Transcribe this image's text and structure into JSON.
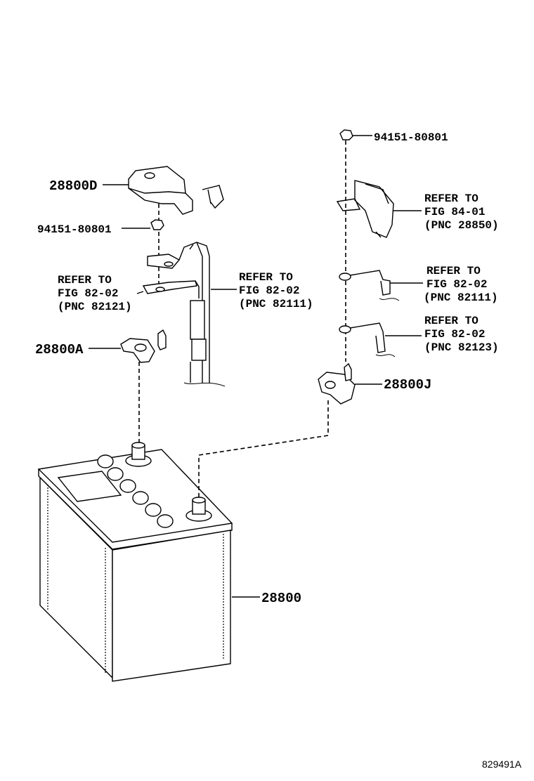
{
  "parts": {
    "cover_d": "28800D",
    "nut_left": "94151-80801",
    "clamp_a": "28800A",
    "nut_right": "94151-80801",
    "clamp_j": "28800J",
    "battery": "28800"
  },
  "refs": {
    "left_82121": {
      "l1": "REFER TO",
      "l2": "FIG 82-02",
      "l3": "(PNC 82121)"
    },
    "mid_82111": {
      "l1": "REFER TO",
      "l2": "FIG 82-02",
      "l3": "(PNC 82111)"
    },
    "right_28850": {
      "l1": "REFER TO",
      "l2": "FIG 84-01",
      "l3": "(PNC 28850)"
    },
    "right_82111": {
      "l1": "REFER TO",
      "l2": "FIG 82-02",
      "l3": "(PNC 82111)"
    },
    "right_82123": {
      "l1": "REFER TO",
      "l2": "FIG 82-02",
      "l3": "(PNC 82123)"
    }
  },
  "figure_code": "829491A"
}
